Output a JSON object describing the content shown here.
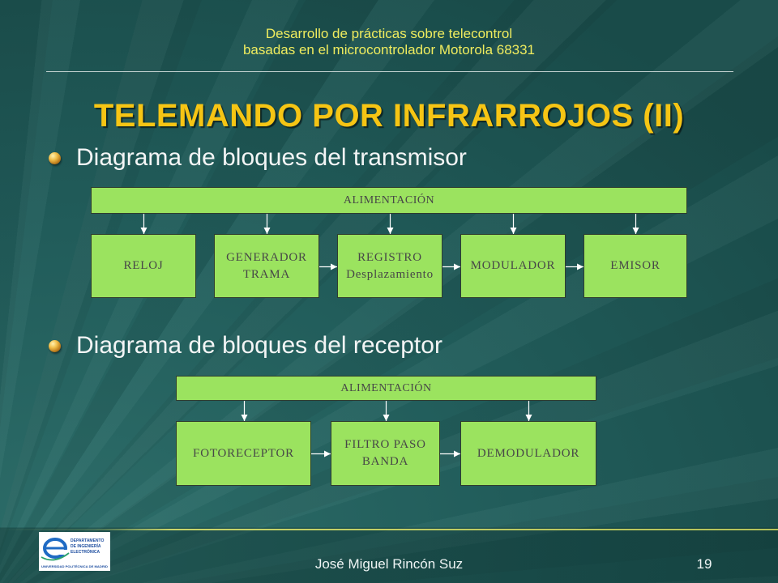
{
  "header": {
    "line1": "Desarrollo de prácticas sobre telecontrol",
    "line2": "basadas en el microcontrolador Motorola 68331"
  },
  "title": "TELEMANDO POR INFRARROJOS (II)",
  "transmitter": {
    "bullet": "Diagrama de bloques del transmisor",
    "power": "ALIMENTACIÓN",
    "blocks": [
      {
        "lines": [
          "RELOJ"
        ]
      },
      {
        "lines": [
          "GENERADOR",
          "TRAMA"
        ]
      },
      {
        "lines": [
          "REGISTRO",
          "Desplazamiento"
        ]
      },
      {
        "lines": [
          "MODULADOR"
        ]
      },
      {
        "lines": [
          "EMISOR"
        ]
      }
    ],
    "power_feeds": [
      0,
      1,
      2,
      3,
      4
    ],
    "flow": [
      [
        1,
        2
      ],
      [
        2,
        3
      ],
      [
        3,
        4
      ]
    ]
  },
  "receiver": {
    "bullet": "Diagrama de bloques del receptor",
    "power": "ALIMENTACIÓN",
    "blocks": [
      {
        "lines": [
          "FOTORECEPTOR"
        ]
      },
      {
        "lines": [
          "FILTRO PASO",
          "BANDA"
        ]
      },
      {
        "lines": [
          "DEMODULADOR"
        ]
      }
    ],
    "power_feeds": [
      0,
      1,
      2
    ],
    "flow": [
      [
        0,
        1
      ],
      [
        1,
        2
      ]
    ]
  },
  "footer": {
    "author": "José Miguel Rincón Suz",
    "page": "19",
    "logo": {
      "lines": [
        "DEPARTAMENTO",
        "DE INGENIERÍA",
        "ELECTRÓNICA"
      ],
      "university": "UNIVERSIDAD POLITÉCNICA DE MADRID"
    }
  },
  "icons": {
    "bullet": "gold-sphere-bullet-icon",
    "logo": "department-e-logo-icon"
  },
  "colors": {
    "background": "#215c5a",
    "header_text": "#f0ec5e",
    "title_text": "#f6c514",
    "bullet_text": "#f3f5f5",
    "block_fill": "#9be35f",
    "block_border": "#2f3d2f",
    "block_text": "#474747",
    "arrow": "#ffffff",
    "footer_text": "#eef4f4"
  }
}
